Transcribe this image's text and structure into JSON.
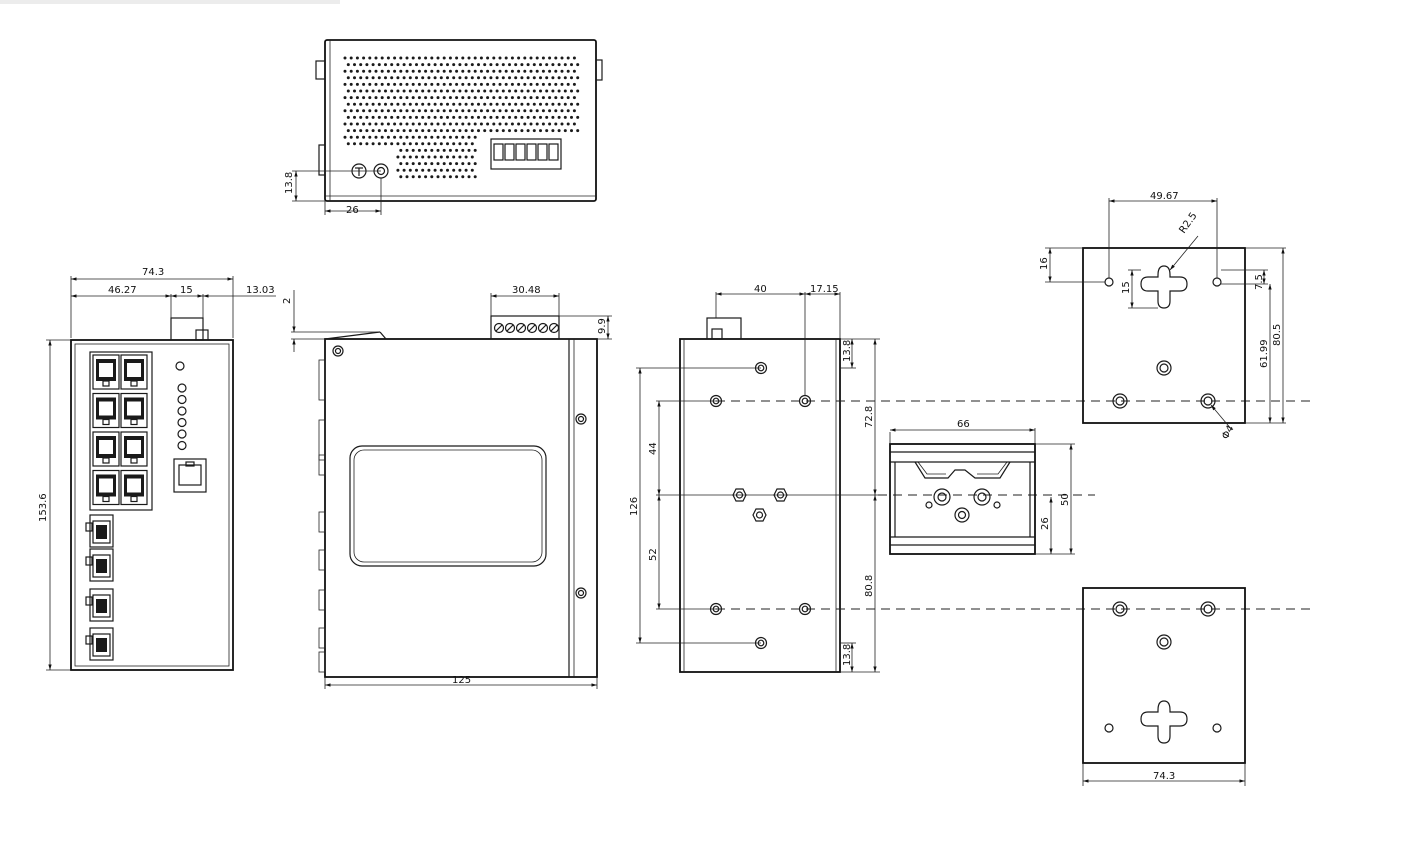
{
  "dimensions": {
    "top_view": {
      "height_13_8": "13.8",
      "width_26": "26"
    },
    "front_view": {
      "width_74_3": "74.3",
      "width_46_27": "46.27",
      "width_15": "15",
      "width_13_03": "13.03",
      "height_153_6": "153.6"
    },
    "side_view": {
      "offset_2": "2",
      "terminal_30_48": "30.48",
      "terminal_9_9": "9.9",
      "depth_125": "125"
    },
    "rear_view": {
      "width_40": "40",
      "width_17_15": "17.15",
      "top_13_8": "13.8",
      "height_72_8": "72.8",
      "height_44": "44",
      "height_126": "126",
      "height_52": "52",
      "height_80_8": "80.8",
      "bottom_13_8": "13.8"
    },
    "din_rail": {
      "width_66": "66",
      "height_50": "50",
      "height_26": "26"
    },
    "wall_plate_top": {
      "width_49_67": "49.67",
      "radius_r2_5": "R2.5",
      "height_16": "16",
      "height_15": "15",
      "height_7_5": "7.5",
      "height_61_99": "61.99",
      "height_80_5": "80.5",
      "dia_4": "Φ4"
    },
    "wall_plate_bottom": {
      "width_74_3": "74.3"
    }
  }
}
